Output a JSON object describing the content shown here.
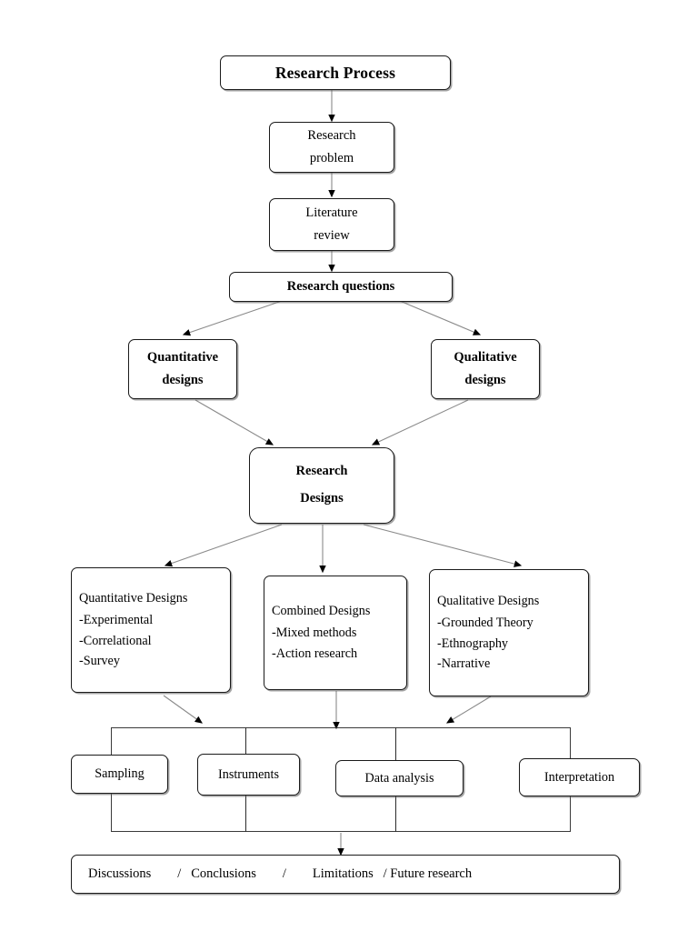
{
  "diagram": {
    "title": "Research Process",
    "nodes": {
      "research_process": "Research Process",
      "research_problem_l1": "Research",
      "research_problem_l2": "problem",
      "literature_review_l1": "Literature",
      "literature_review_l2": "review",
      "research_questions": "Research questions",
      "quantitative_designs_l1": "Quantitative",
      "quantitative_designs_l2": "designs",
      "qualitative_designs_l1": "Qualitative",
      "qualitative_designs_l2": "designs",
      "research_designs_l1": "Research",
      "research_designs_l2": "Designs",
      "sampling": "Sampling",
      "instruments": "Instruments",
      "data_analysis": "Data analysis",
      "interpretation": "Interpretation",
      "footer": "Discussions        /   Conclusions        /        Limitations   / Future research"
    },
    "quantitative_box": {
      "heading": "Quantitative Designs",
      "items": [
        "-Experimental",
        "-Correlational",
        "-Survey"
      ]
    },
    "combined_box": {
      "heading": "Combined Designs",
      "items": [
        "-Mixed methods",
        "-Action research"
      ]
    },
    "qualitative_box": {
      "heading": " Qualitative Designs",
      "items": [
        "-Grounded Theory",
        "-Ethnography",
        "-Narrative"
      ]
    },
    "colors": {
      "line": "#8a8a8a",
      "arrowhead": "#000000",
      "border": "#1a1a1a",
      "frame": "#3a3a3a",
      "text": "#000000",
      "background": "#ffffff"
    }
  }
}
